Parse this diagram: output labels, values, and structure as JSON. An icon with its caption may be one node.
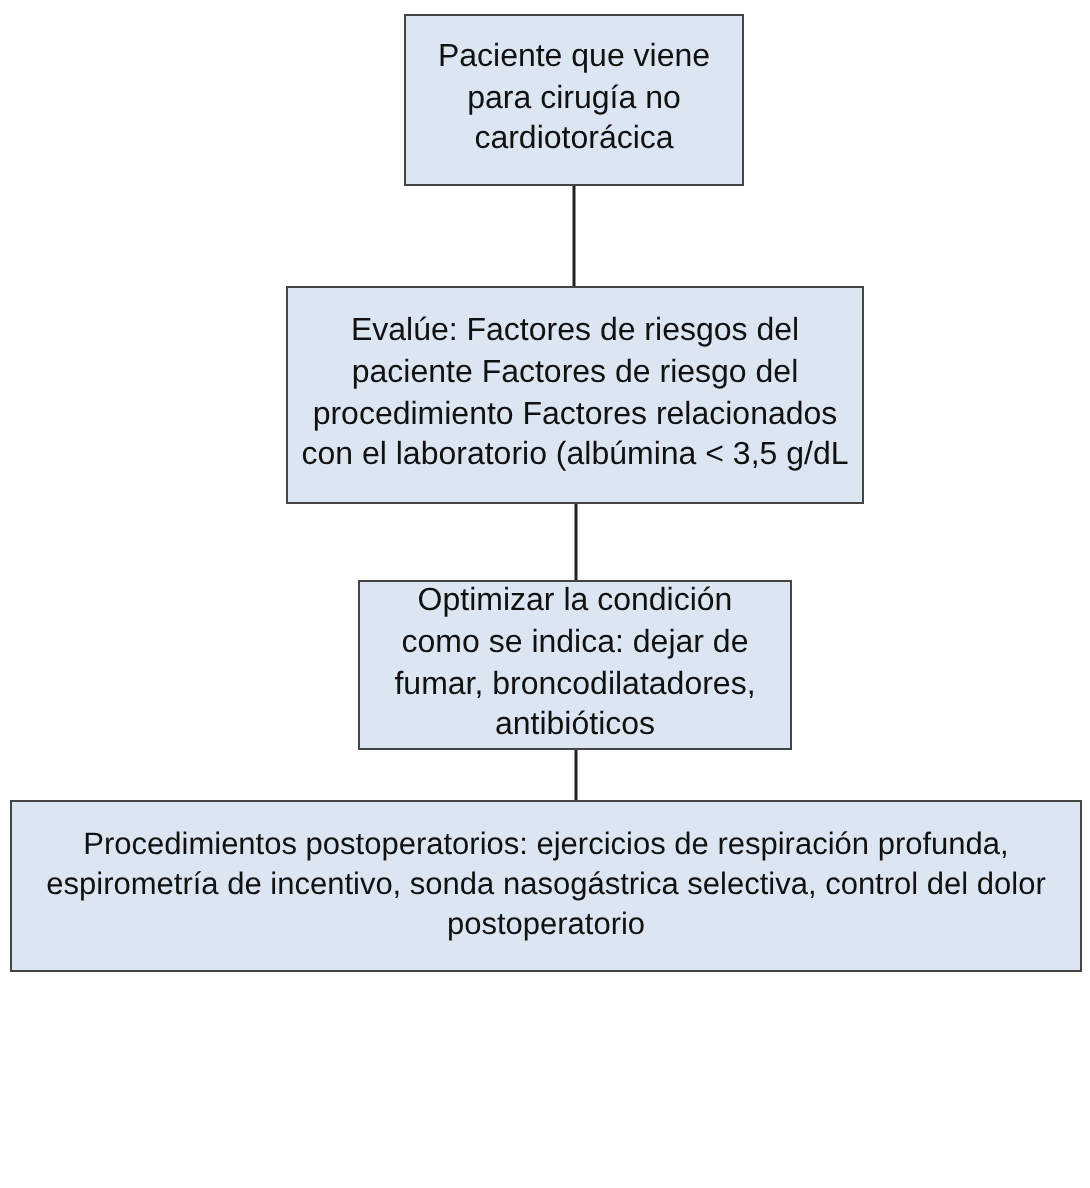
{
  "diagram": {
    "nodes": [
      {
        "text": [
          "Paciente que viene para cirugía no cardiotorácica"
        ]
      },
      {
        "text": [
          "Evalúe: Factores de riesgos del paciente Factores de riesgo del procedimiento Factores relacionados con el laboratorio (albúmina < 3,5 g/dL"
        ]
      },
      {
        "text": [
          "Optimizar la condición como se indica: dejar de fumar, broncodilatadores, antibióticos"
        ]
      },
      {
        "text": [
          "Procedimientos postoperatorios: ejercicios de respiración profunda, espirometría de incentivo, sonda nasogástrica selectiva, control del dolor postoperatorio"
        ]
      }
    ],
    "edges": [
      {
        "from": 0,
        "to": 1,
        "arrow": "none"
      },
      {
        "from": 1,
        "to": 2,
        "arrow": "none"
      },
      {
        "from": 2,
        "to": 3,
        "arrow": "none"
      }
    ]
  }
}
